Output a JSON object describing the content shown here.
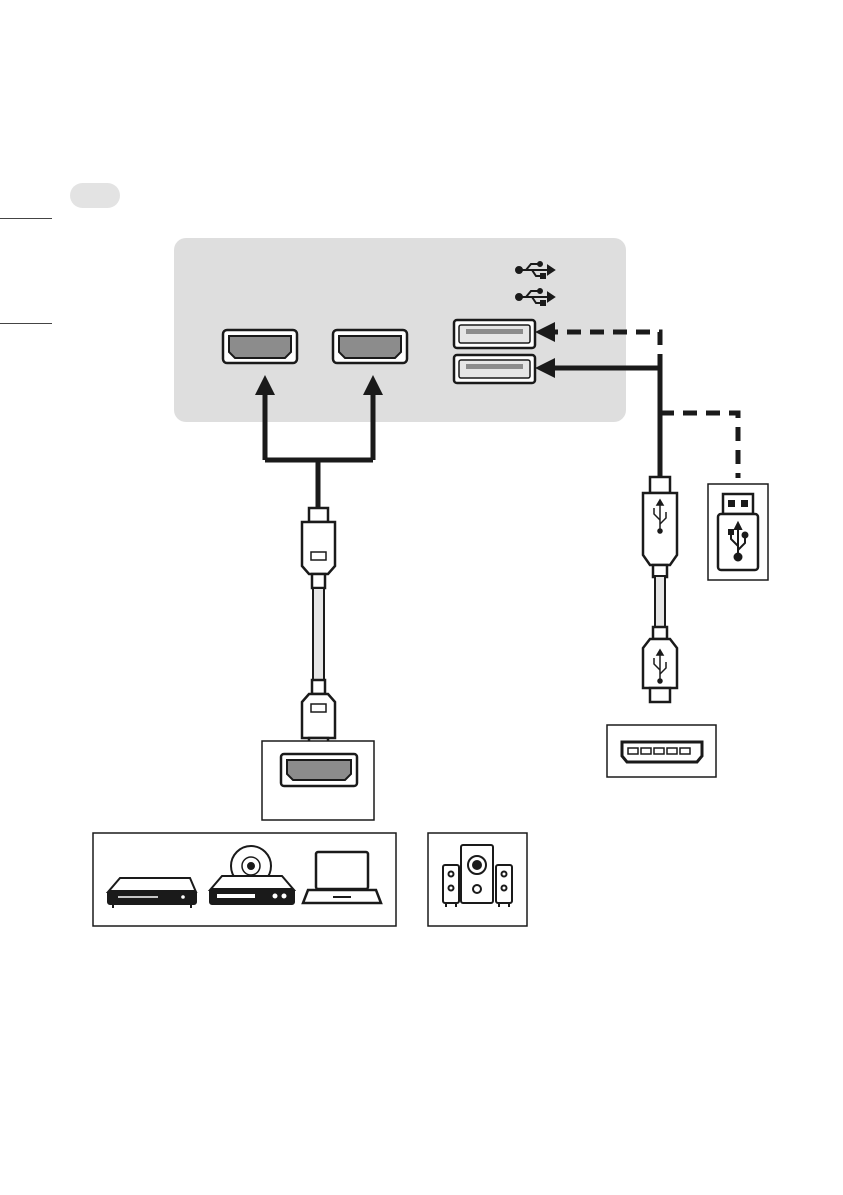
{
  "page": {
    "section_badge": "",
    "background": "#ffffff"
  },
  "colors": {
    "panel_fill": "#dedede",
    "port_fill": "#8c8c8c",
    "line": "#1a1a1a",
    "cable_light": "#e6e6e6"
  },
  "diagram": {
    "ports": [
      {
        "id": "hdmi-port-1",
        "type": "hdmi"
      },
      {
        "id": "hdmi-port-2",
        "type": "hdmi"
      },
      {
        "id": "usb-port-1",
        "type": "usb-a"
      },
      {
        "id": "usb-port-2",
        "type": "usb-a"
      }
    ],
    "icons": [
      "usb-symbol-icon",
      "usb-symbol-icon",
      "usb-flash-drive-icon",
      "usb-hub-icon",
      "set-top-box-icon",
      "dvd-player-icon",
      "laptop-icon",
      "speaker-system-icon",
      "hdmi-connector-icon"
    ]
  }
}
